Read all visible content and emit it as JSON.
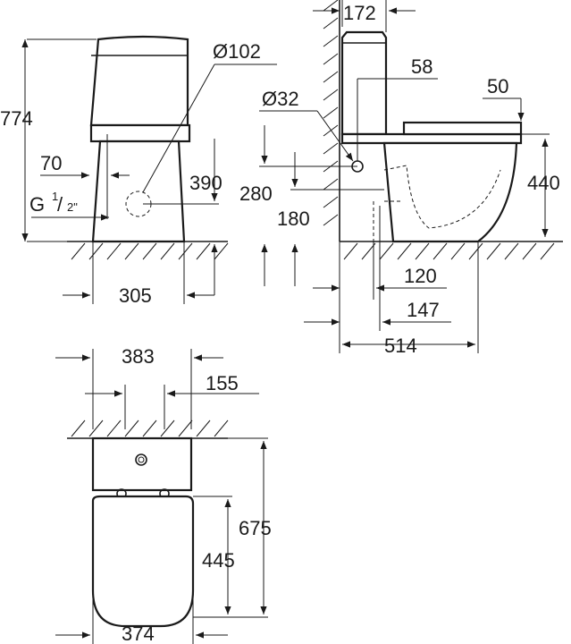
{
  "front_view": {
    "height_total": "774",
    "diameter_outlet": "Ø102",
    "offset_supply": "70",
    "thread_label": "G",
    "thread_num": "1",
    "thread_den": "2\"",
    "outlet_height": "390",
    "width_base": "305"
  },
  "side_view": {
    "depth_cistern": "172",
    "offset_58": "58",
    "offset_50": "50",
    "diameter_inlet": "Ø32",
    "height_inlet": "280",
    "height_rim": "440",
    "height_outlet": "180",
    "distance_120": "120",
    "distance_147": "147",
    "depth_total": "514"
  },
  "top_view": {
    "width_cistern": "383",
    "offset_155": "155",
    "depth_total": "675",
    "depth_seat": "445",
    "width_seat": "374"
  }
}
